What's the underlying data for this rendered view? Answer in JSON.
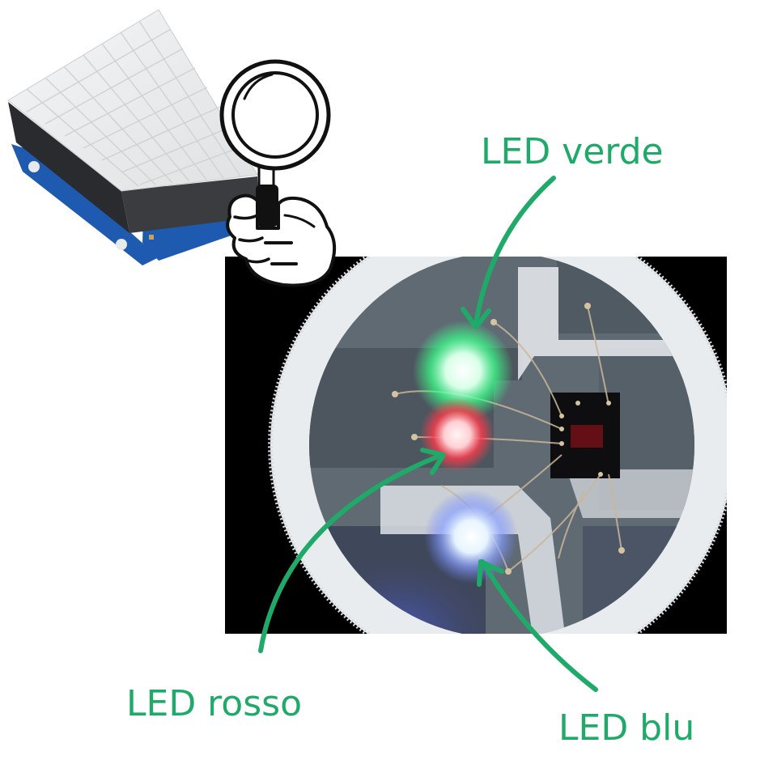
{
  "labels": {
    "green": "LED verde",
    "red": "LED rosso",
    "blue": "LED blu"
  },
  "colors": {
    "annotation": "#1faa6a",
    "led_green": "#3cff8a",
    "led_red": "#ff3a4a",
    "led_blue": "#8aa0ff",
    "pcb_blue": "#1e5bb0"
  },
  "icons": {
    "board": "led-matrix-board-icon",
    "magnifier": "magnifying-glass-hand-icon"
  }
}
